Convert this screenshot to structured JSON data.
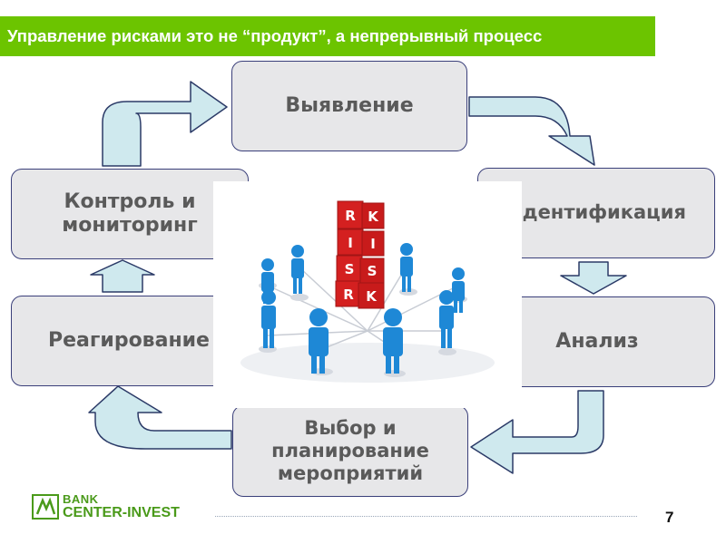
{
  "title": "Управление рисками это не “продукт”, а непрерывный процесс",
  "steps": [
    "Выявление",
    "Идентификация",
    "Анализ",
    "Выбор и планирование мероприятий",
    "Реагирование",
    "Контроль и мониторинг"
  ],
  "center_image": {
    "cube_letters": [
      "R",
      "I",
      "S",
      "K",
      "R",
      "I",
      "S",
      "K"
    ]
  },
  "logo": {
    "line1": "BANK",
    "line2": "CENTER-INVEST"
  },
  "page_number": "7",
  "colors": {
    "banner": "#6cc400",
    "arrow_fill": "#cfe9ee",
    "arrow_stroke": "#2b3a67",
    "box_fill": "#e7e7e9",
    "box_text": "#5a5a5a",
    "cube_red": "#d42020",
    "people_blue": "#1e88d6"
  }
}
